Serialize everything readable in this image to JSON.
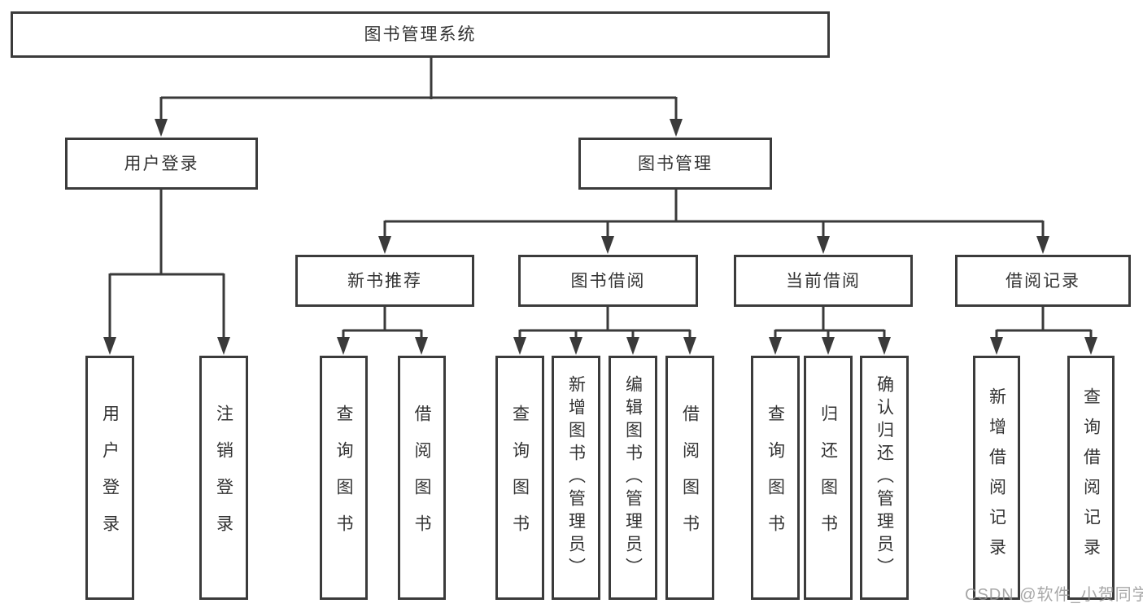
{
  "colors": {
    "background": "#ffffff",
    "line": "#3a3a3a",
    "box_border": "#3b3b3b",
    "text": "#333333",
    "watermark": "#949494"
  },
  "watermark": {
    "text": "CSDN @软件_小贺同学"
  },
  "tree": {
    "root": {
      "label": "图书管理系统"
    },
    "level2": [
      {
        "label": "用户登录",
        "children": [
          "用户登录",
          "注销登录"
        ]
      },
      {
        "label": "图书管理"
      }
    ],
    "level3": [
      {
        "label": "新书推荐",
        "children": [
          "查询图书",
          "借阅图书"
        ]
      },
      {
        "label": "图书借阅",
        "children": [
          "查询图书",
          "新增图书（管理员）",
          "编辑图书（管理员）",
          "借阅图书"
        ]
      },
      {
        "label": "当前借阅",
        "children": [
          "查询图书",
          "归还图书",
          "确认归还（管理员）"
        ]
      },
      {
        "label": "借阅记录",
        "children": [
          "新增借阅记录",
          "查询借阅记录"
        ]
      }
    ]
  }
}
